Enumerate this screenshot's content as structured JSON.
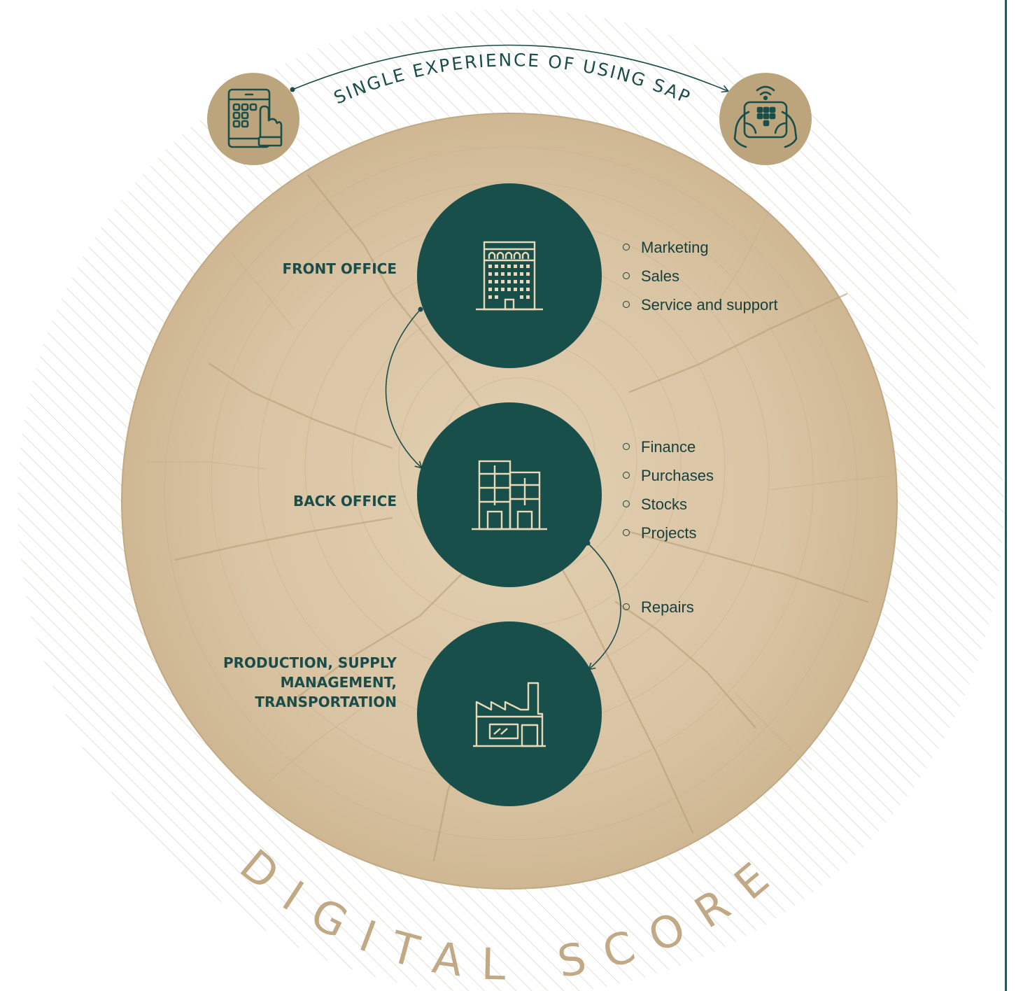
{
  "header": {
    "arc_text": "SINGLE EXPERIENCE OF USING SAP",
    "left_device_icon": "tablet-touch-icon",
    "right_device_icon": "handheld-scanner-icon"
  },
  "tiers": [
    {
      "label": "FRONT OFFICE",
      "icon": "office-tower-icon",
      "items": [
        "Marketing",
        "Sales",
        "Service and support"
      ]
    },
    {
      "label": "BACK OFFICE",
      "icon": "office-buildings-icon",
      "items": [
        "Finance",
        "Purchases",
        "Stocks",
        "Projects"
      ]
    },
    {
      "label": "PRODUCTION, SUPPLY MANAGEMENT, TRANSPORTATION",
      "icon": "factory-icon",
      "items": []
    }
  ],
  "connector_items": [
    "Repairs"
  ],
  "footer": {
    "arc_text": "DIGITAL SCORE"
  },
  "colors": {
    "dark_green": "#184f4b",
    "wood": "#dcc8a8",
    "tan": "#bca47c",
    "cream": "#ead9b8",
    "stripe": "#d2d5c8",
    "label_green": "#1a4d4a"
  }
}
